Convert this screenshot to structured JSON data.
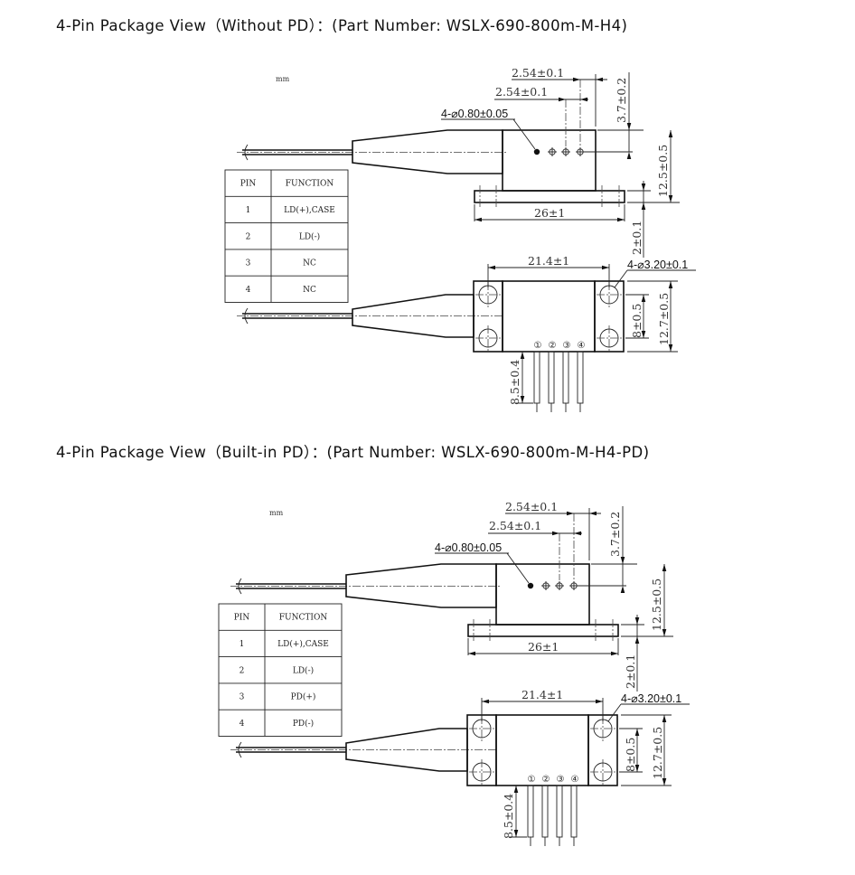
{
  "sections": [
    {
      "heading": "4-Pin Package View（Without PD）：(Part Number: WSLX-690-800m-M-H4)",
      "unit": "mm",
      "callouts": {
        "pin_hole": "4-⌀0.80±0.05",
        "mount_hole": "4-⌀3.20±0.1"
      },
      "dimensions": {
        "pin_pitch_a": "2.54±0.1",
        "pin_pitch_b": "2.54±0.1",
        "pin_offset": "3.7±0.2",
        "height": "12.5±0.5",
        "base_width": "26±1",
        "base_thickness": "2±0.1",
        "hole_spacing_x": "21.4±1",
        "hole_spacing_y": "8±0.5",
        "body_depth": "12.7±0.5",
        "pin_length": "8.5±0.4"
      },
      "pin_numbers": [
        "①",
        "②",
        "③",
        "④"
      ],
      "pin_table": {
        "headers": [
          "PIN",
          "FUNCTION"
        ],
        "rows": [
          [
            "1",
            "LD(+),CASE"
          ],
          [
            "2",
            "LD(-)"
          ],
          [
            "3",
            "NC"
          ],
          [
            "4",
            "NC"
          ]
        ]
      }
    },
    {
      "heading": "4-Pin Package View（Built-in PD）：(Part Number: WSLX-690-800m-M-H4-PD)",
      "unit": "mm",
      "callouts": {
        "pin_hole": "4-⌀0.80±0.05",
        "mount_hole": "4-⌀3.20±0.1"
      },
      "dimensions": {
        "pin_pitch_a": "2.54±0.1",
        "pin_pitch_b": "2.54±0.1",
        "pin_offset": "3.7±0.2",
        "height": "12.5±0.5",
        "base_width": "26±1",
        "base_thickness": "2±0.1",
        "hole_spacing_x": "21.4±1",
        "hole_spacing_y": "8±0.5",
        "body_depth": "12.7±0.5",
        "pin_length": "8.5±0.4"
      },
      "pin_numbers": [
        "①",
        "②",
        "③",
        "④"
      ],
      "pin_table": {
        "headers": [
          "PIN",
          "FUNCTION"
        ],
        "rows": [
          [
            "1",
            "LD(+),CASE"
          ],
          [
            "2",
            "LD(-)"
          ],
          [
            "3",
            "PD(+)"
          ],
          [
            "4",
            "PD(-)"
          ]
        ]
      }
    }
  ]
}
